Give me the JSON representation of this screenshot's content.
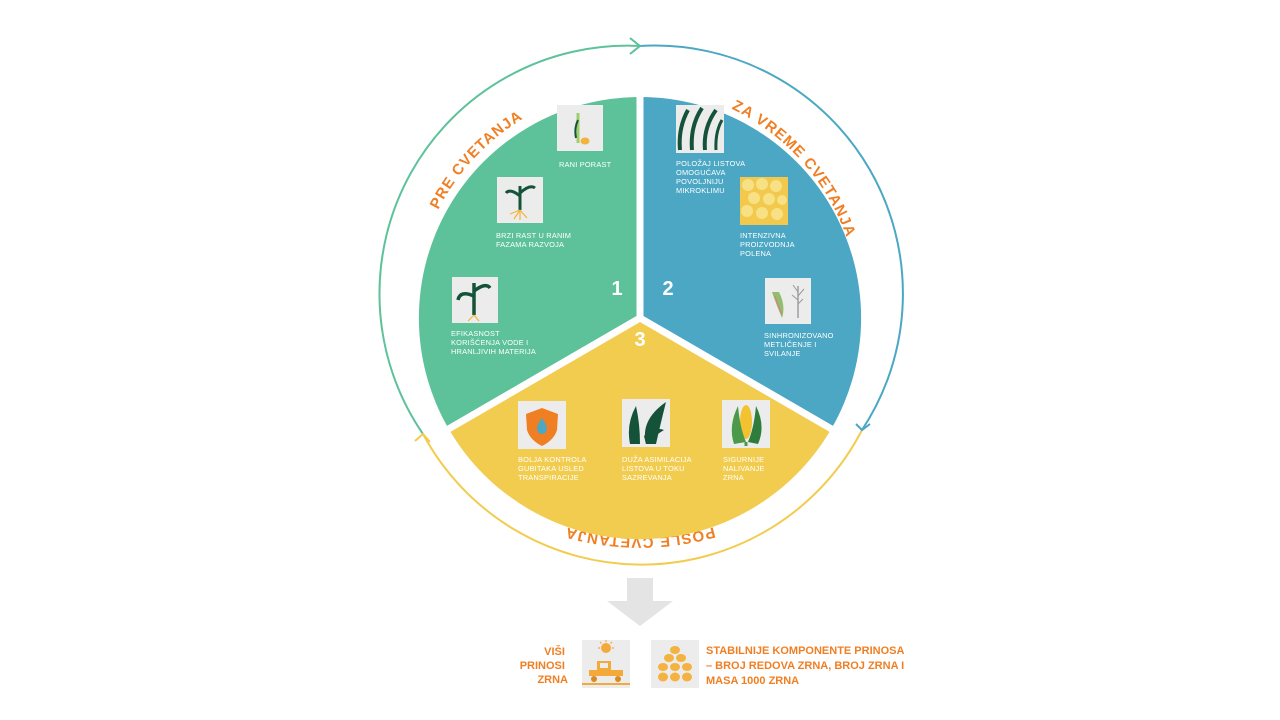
{
  "colors": {
    "green": "#5dc29a",
    "blue": "#4ba7c3",
    "yellow": "#f2cc4f",
    "orange": "#f07f24",
    "leaf": "#14533a",
    "arrow_gray": "#e4e4e4"
  },
  "phases": [
    {
      "number": "1",
      "title": "PRE CVETANJA",
      "color": "green",
      "items": [
        {
          "icon": "early-growth-icon",
          "lines": [
            "RANI PORAST"
          ]
        },
        {
          "icon": "seedling-roots-icon",
          "lines": [
            "BRZI RAST U RANIM",
            "FAZAMA RAZVOJA"
          ]
        },
        {
          "icon": "water-use-plant-icon",
          "lines": [
            "EFIKASNOST",
            "KORIŠĆENJA VODE I",
            "HRANLJIVIH MATERIJA"
          ]
        }
      ]
    },
    {
      "number": "2",
      "title": "ZA VREME CVETANJA",
      "color": "blue",
      "items": [
        {
          "icon": "leaf-canopy-icon",
          "lines": [
            "POLOŽAJ LISTOVA",
            "OMOGUĆAVA",
            "POVOLJNIJU",
            "MIKROKLIMU"
          ]
        },
        {
          "icon": "pollen-icon",
          "lines": [
            "INTENZIVNA",
            "PROIZVODNJA",
            "POLENA"
          ]
        },
        {
          "icon": "tassel-silk-icon",
          "lines": [
            "SINHRONIZOVANO",
            "METLIČENJE I",
            "SVILANJE"
          ]
        }
      ]
    },
    {
      "number": "3",
      "title": "POSLE CVETANJA",
      "color": "yellow",
      "items": [
        {
          "icon": "shield-drop-icon",
          "lines": [
            "BOLJA KONTROLA",
            "GUBITAKA USLED",
            "TRANSPIRACIJE"
          ]
        },
        {
          "icon": "leaves-assimilation-icon",
          "lines": [
            "DUŽA ASIMILACIJA",
            "LISTOVA U TOKU",
            "SAZREVANJA"
          ]
        },
        {
          "icon": "corn-cob-icon",
          "lines": [
            "SIGURNIJE",
            "NALIVANJE",
            "ZRNA"
          ]
        }
      ]
    }
  ],
  "outputs": [
    {
      "icon": "sun-harvester-icon",
      "lines": [
        "VIŠI",
        "PRINOSI",
        "ZRNA"
      ]
    },
    {
      "icon": "grain-kernels-icon",
      "lines": [
        "STABILNIJE KOMPONENTE PRINOSA",
        "– BROJ REDOVA ZRNA, BROJ ZRNA I",
        "MASA 1000 ZRNA"
      ]
    }
  ]
}
